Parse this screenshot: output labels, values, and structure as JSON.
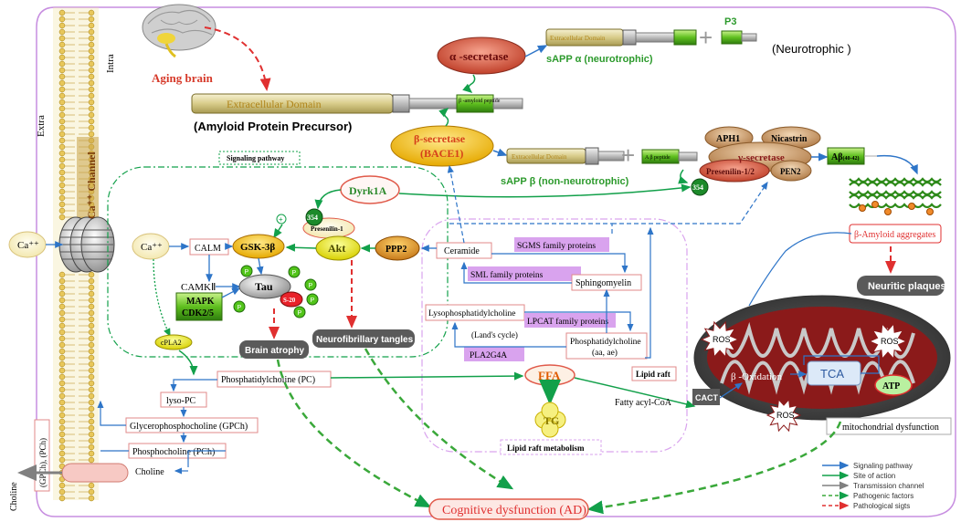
{
  "labels": {
    "aging_brain": "Aging brain",
    "extra": "Extra",
    "intra": "Intra",
    "ca_channel": "Ca⁺⁺ Channel",
    "ca_left": "Ca⁺⁺",
    "ca_inner": "Ca⁺⁺",
    "app_extracellular": "Extracellular Domain",
    "app_beta_peptide": "β -amyloid peptide",
    "app_caption": "(Amyloid Protein Precursor)",
    "alpha_secretase": "α -secretase",
    "sapp_alpha_ext": "Extracellular Domain",
    "sapp_alpha": "sAPP α (neurotrophic)",
    "p3": "P3",
    "neurotrophic": "(Neurotrophic )",
    "beta_secretase": "β-secretase",
    "bace1": "(BACE1)",
    "sapp_beta_ext": "Extracellular Domain",
    "sapp_beta": "sAPP β (non-neurotrophic)",
    "abeta_peptide": "A β peptide",
    "aph1": "APH1",
    "nicastrin": "Nicastrin",
    "gamma_secretase": "γ-secretase",
    "presenilin12": "Presenilin-1/2",
    "pen2": "PEN2",
    "abeta4042": "Aβ",
    "abeta4042_sub": "(40-42)",
    "s354_right": "354",
    "beta_amyloid_aggregates": "β-Amyloid aggregates",
    "neuritic_plaques": "Neuritic plaques",
    "signaling_pathway": "Signaling pathway",
    "dyrk1a": "Dyrk1A",
    "s354_left": "354",
    "presenilin1": "Presenilin-1",
    "gsk3b": "GSK-3β",
    "akt": "Akt",
    "ppp2": "PPP2",
    "calm": "CALM",
    "camkii": "CAMKⅡ",
    "mapk": "MAPK",
    "cdk25": "CDK2/5",
    "tau": "Tau",
    "s20": "S-20",
    "p": "P",
    "brain_atrophy": "Brain atrophy",
    "neurofibrillary_tangles": "Neurofibrillary tangles",
    "cpla2": "cPLA2",
    "ceramide": "Ceramide",
    "sgms": "SGMS family proteins",
    "sml": "SML family proteins",
    "sphingomyelin": "Sphingomyelin",
    "lysopc": "Lysophosphatidylcholine",
    "lpcat": "LPCAT family proteins",
    "lands_cycle": "(Land's cycle)",
    "pc_aa_ae_1": "Phosphatidylcholine",
    "pc_aa_ae_2": "(aa, ae)",
    "pla2g4a": "PLA2G4A",
    "lipid_raft": "Lipid raft",
    "lipid_raft_metabolism": "Lipid raft metabolism",
    "pc": "Phosphatidylcholine (PC)",
    "ffa": "FFA",
    "tg": "TG",
    "fatty_acyl_coa": "Fatty acyl-CoA",
    "cact": "CACT",
    "lyso_pc": "lyso-PC",
    "gpch": "Glycerophosphocholine (GPCh)",
    "pch": "Phosphocholine (PCh)",
    "choline": "Choline",
    "choline_out": "Choline",
    "gpch_pch_vertical": "(GPCh), (PCh)",
    "ros": "ROS",
    "beta_oxidation": "β -Oxidation",
    "tca": "TCA",
    "atp": "ATP",
    "mito_dysfunction": "mitochondrial dysfunction",
    "cognitive": "Cognitive dysfunction (AD)"
  },
  "legend": [
    {
      "label": "Signaling pathway",
      "color": "#2e75c8",
      "style": "solid"
    },
    {
      "label": "Site of action",
      "color": "#12a04a",
      "style": "solid"
    },
    {
      "label": "Transmission channel",
      "color": "#808080",
      "style": "solid"
    },
    {
      "label": "Pathogenic factors",
      "color": "#3aa83a",
      "style": "dashed"
    },
    {
      "label": "Pathological sigts",
      "color": "#e03030",
      "style": "dashed"
    }
  ],
  "colors": {
    "signaling": "#2e75c8",
    "site": "#12a04a",
    "pathogenic": "#3aa83a",
    "pathological": "#e03030",
    "protein_box": "#d9a3ee",
    "mito": "#8b1a1a"
  }
}
